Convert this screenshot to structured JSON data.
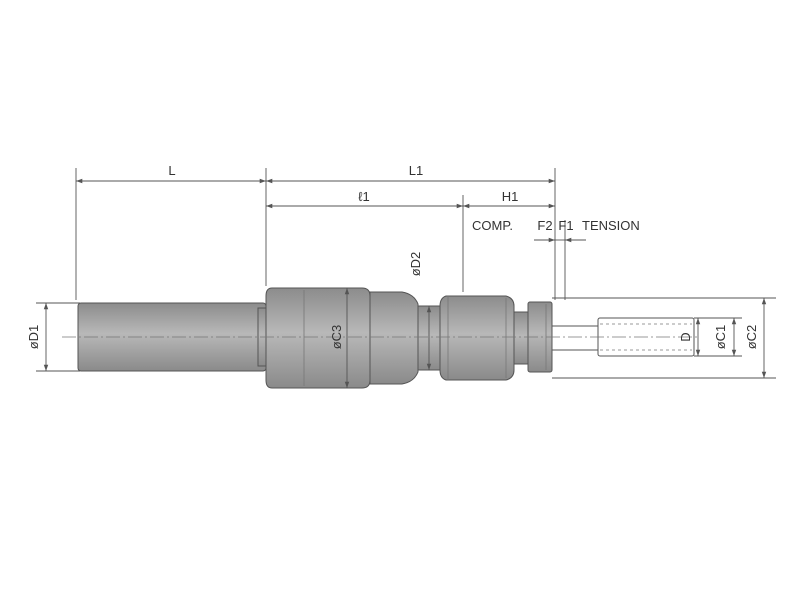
{
  "labels": {
    "L": "L",
    "L1": "L1",
    "l1": "ℓ1",
    "H1": "H1",
    "comp": "COMP.",
    "F2": "F2",
    "F1": "F1",
    "tension": "TENSION",
    "D1": "øD1",
    "D2": "øD2",
    "C3": "øC3",
    "D": "D",
    "C1": "øC1",
    "C2": "øC2"
  },
  "colors": {
    "body": "#9e9e9e",
    "line": "#555555",
    "text": "#333333"
  }
}
